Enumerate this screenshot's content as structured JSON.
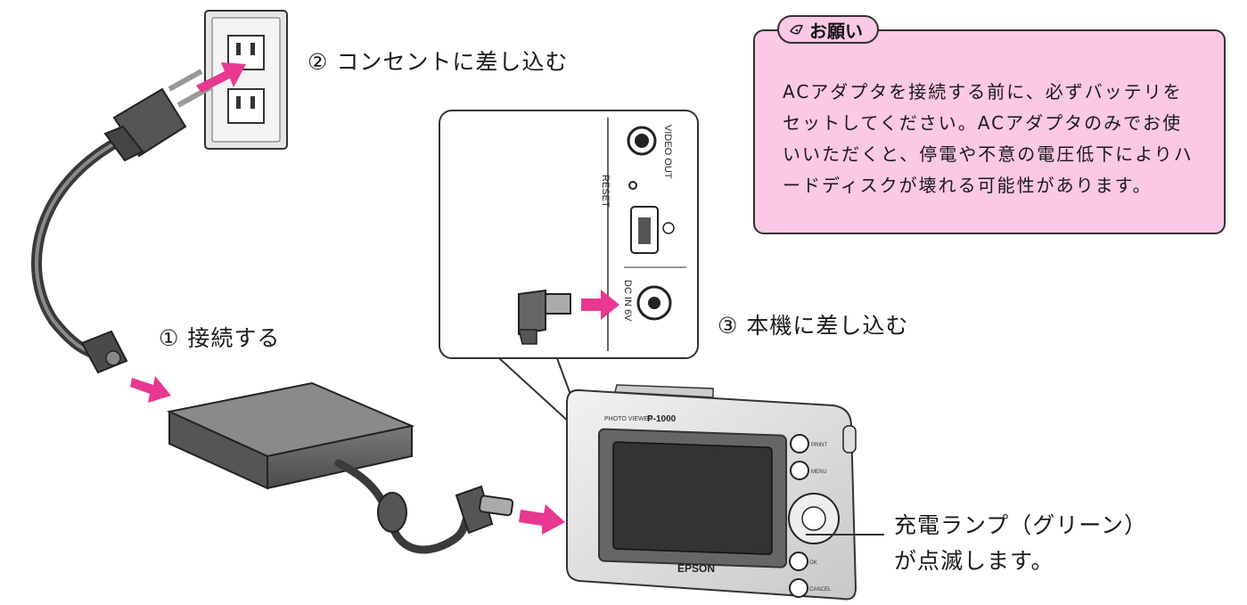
{
  "steps": {
    "step1": "① 接続する",
    "step2": "② コンセントに差し込む",
    "step3": "③ 本機に差し込む"
  },
  "notice": {
    "title": "お願い",
    "text": "ACアダプタを接続する前に、必ずバッテリをセットしてください。ACアダプタのみでお使いいただくと、停電や不意の電圧低下によりハードディスクが壊れる可能性があります。"
  },
  "callout": {
    "lamp_line1": "充電ランプ（グリーン）",
    "lamp_line2": "が点滅します。"
  },
  "port_labels": {
    "video_out": "VIDEO OUT",
    "reset": "RESET",
    "dc_in": "DC IN 6V"
  },
  "device": {
    "model": "P-1000",
    "model_prefix": "PHOTO VIEWER",
    "brand": "EPSON",
    "buttons": [
      "PRINT",
      "MENU",
      "OK",
      "CANCEL"
    ]
  },
  "colors": {
    "arrow": "#e8388f",
    "notice_bg": "#fbc8e5",
    "outline": "#333333"
  }
}
